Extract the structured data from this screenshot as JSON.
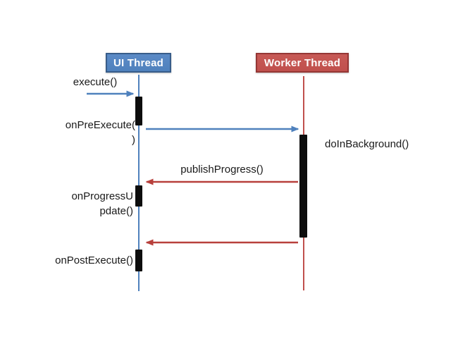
{
  "diagram_type": "sequence",
  "lifelines": [
    {
      "name": "UI Thread",
      "fill": "#4f81bd",
      "border": "#385d8a",
      "line_color": "#4f81bd"
    },
    {
      "name": "Worker Thread",
      "fill": "#c0504d",
      "border": "#953735",
      "line_color": "#c0504d"
    }
  ],
  "labels": {
    "execute": "execute()",
    "on_pre_execute": "onPreExecute(\n)",
    "do_in_background": "doInBackground()",
    "publish_progress": "publishProgress()",
    "on_progress_update": "onProgressU\npdate()",
    "on_post_execute": "onPostExecute()"
  },
  "arrows": [
    {
      "name": "execute-call",
      "color": "#4f81bd",
      "direction": "right",
      "from": "caller",
      "to": "UI Thread"
    },
    {
      "name": "start-background",
      "color": "#4f81bd",
      "direction": "right",
      "from": "UI Thread",
      "to": "Worker Thread"
    },
    {
      "name": "publish-progress",
      "color": "#b8403c",
      "direction": "left",
      "from": "Worker Thread",
      "to": "UI Thread"
    },
    {
      "name": "background-result",
      "color": "#b8403c",
      "direction": "left",
      "from": "Worker Thread",
      "to": "UI Thread"
    }
  ],
  "colors": {
    "blue": "#4f81bd",
    "blue_light": "#5b8ac6",
    "blue_border": "#385d8a",
    "red": "#c0504d",
    "red_light": "#c75a56",
    "red_border": "#953735",
    "red_arrow": "#b8403c",
    "bar": "#0d0d0d",
    "text": "#1a1a1a"
  }
}
